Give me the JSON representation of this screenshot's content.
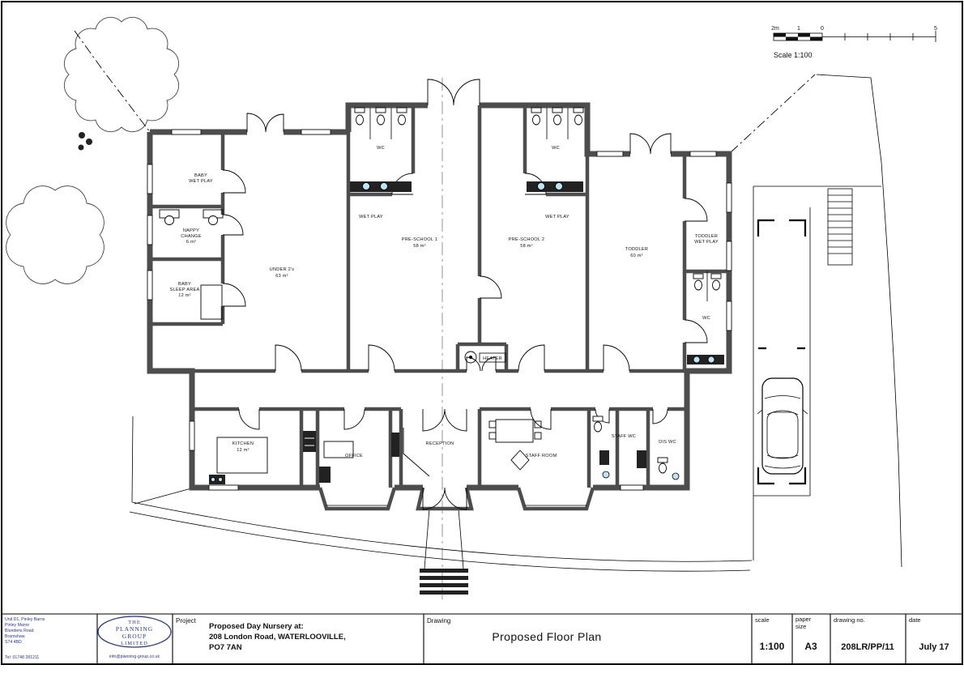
{
  "drawing_colors": {
    "wall": "#4d4d4d",
    "logo_blue": "#27348b",
    "sink_blue": "#bfe3f2"
  },
  "scalebar": {
    "title": "Scale 1:100",
    "tick_2m": "2m",
    "tick_1": "1",
    "tick_0": "0",
    "tick_5": "5"
  },
  "rooms": {
    "baby_wet_play": {
      "line1": "BABY",
      "line2": "WET PLAY"
    },
    "nappy_change": {
      "line1": "NAPPY",
      "line2": "CHANGE",
      "area": "6 m²"
    },
    "baby_sleep_area": {
      "line1": "BABY",
      "line2": "SLEEP AREA",
      "area": "12 m²"
    },
    "under_2s": {
      "line1": "UNDER 2's",
      "area": "63 m²"
    },
    "wc_left": {
      "line1": "WC"
    },
    "wet_play_left": {
      "line1": "WET PLAY"
    },
    "pre_school_1": {
      "line1": "PRE-SCHOOL 1",
      "area": "58 m²"
    },
    "pre_school_2": {
      "line1": "PRE-SCHOOL 2",
      "area": "58 m²"
    },
    "wc_right": {
      "line1": "WC"
    },
    "wet_play_right": {
      "line1": "WET PLAY"
    },
    "toddler": {
      "line1": "TODDLER",
      "area": "60 m²"
    },
    "toddler_wet_play": {
      "line1": "TODDLER",
      "line2": "WET PLAY"
    },
    "wc_toddler": {
      "line1": "WC"
    },
    "heater": {
      "line1": "HEATER"
    },
    "kitchen": {
      "line1": "KITCHEN",
      "area": "12 m²"
    },
    "office": {
      "line1": "OFFICE"
    },
    "reception": {
      "line1": "RECEPTION"
    },
    "staff_room": {
      "line1": "STAFF ROOM"
    },
    "staff_wc": {
      "line1": "STAFF WC"
    },
    "dis_wc": {
      "line1": "DIS WC"
    }
  },
  "titleblock": {
    "company": {
      "address_line1": "Unit D1, Pinley Barns",
      "address_line2": "Pinley Manor",
      "address_line3": "Blundens Road",
      "address_line4": "Bramshaw",
      "address_line5": "S74 4BD",
      "tel": "Tel: 01748 281211",
      "logo_the": "THE",
      "logo_planning": "PLANNING",
      "logo_group": "GROUP",
      "logo_limited": "LIMITED",
      "email": "info@planning-group.co.uk"
    },
    "project_label": "Project",
    "project_line1": "Proposed Day Nursery at:",
    "project_line2": "208 London Road, WATERLOOVILLE,",
    "project_line3": "PO7 7AN",
    "drawing_label": "Drawing",
    "drawing_title": "Proposed Floor Plan",
    "scale_label": "scale",
    "scale_value": "1:100",
    "paper_label_line1": "paper",
    "paper_label_line2": "size",
    "paper_value": "A3",
    "drawing_no_label": "drawing no.",
    "drawing_no_value": "208LR/PP/11",
    "date_label": "date",
    "date_value": "July 17"
  }
}
